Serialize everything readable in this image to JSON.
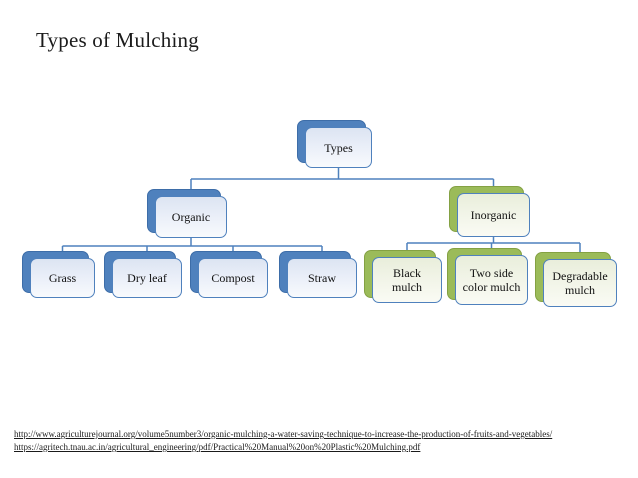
{
  "title": "Types of Mulching",
  "diagram": {
    "type": "hierarchy",
    "nodes": {
      "types": {
        "label": "Types",
        "branch": "blue",
        "level": 1
      },
      "organic": {
        "label": "Organic",
        "branch": "blue",
        "level": 2
      },
      "inorganic": {
        "label": "Inorganic",
        "branch": "green",
        "level": 2
      },
      "grass": {
        "label": "Grass",
        "branch": "blue",
        "level": 3,
        "parent": "Organic"
      },
      "dry_leaf": {
        "label": "Dry leaf",
        "branch": "blue",
        "level": 3,
        "parent": "Organic"
      },
      "compost": {
        "label": "Compost",
        "branch": "blue",
        "level": 3,
        "parent": "Organic"
      },
      "straw": {
        "label": "Straw",
        "branch": "blue",
        "level": 3,
        "parent": "Organic"
      },
      "black_mulch": {
        "label": "Black mulch",
        "branch": "green",
        "level": 3,
        "parent": "Inorganic"
      },
      "two_side": {
        "label": "Two side color mulch",
        "branch": "green",
        "level": 3,
        "parent": "Inorganic"
      },
      "degradable": {
        "label": "Degradable mulch",
        "branch": "green",
        "level": 3,
        "parent": "Inorganic"
      }
    }
  },
  "footer": {
    "links": [
      {
        "text": "http://www.agriculturejournal.org/volume5number3/organic-mulching-a-water-saving-technique-to-increase-the-production-of-fruits-and-vegetables/"
      },
      {
        "text": "https://agritech.tnau.ac.in/agricultural_engineering/pdf/Practical%20Manual%20on%20Plastic%20Mulching.pdf"
      }
    ]
  },
  "colors": {
    "accent_blue": "#4f81bd",
    "accent_green": "#9bbb59",
    "connector": "#4f81bd",
    "card_fill_blue": "#e9eef8",
    "card_fill_green": "#f1f4e7",
    "text": "#111111",
    "background": "#ffffff"
  }
}
